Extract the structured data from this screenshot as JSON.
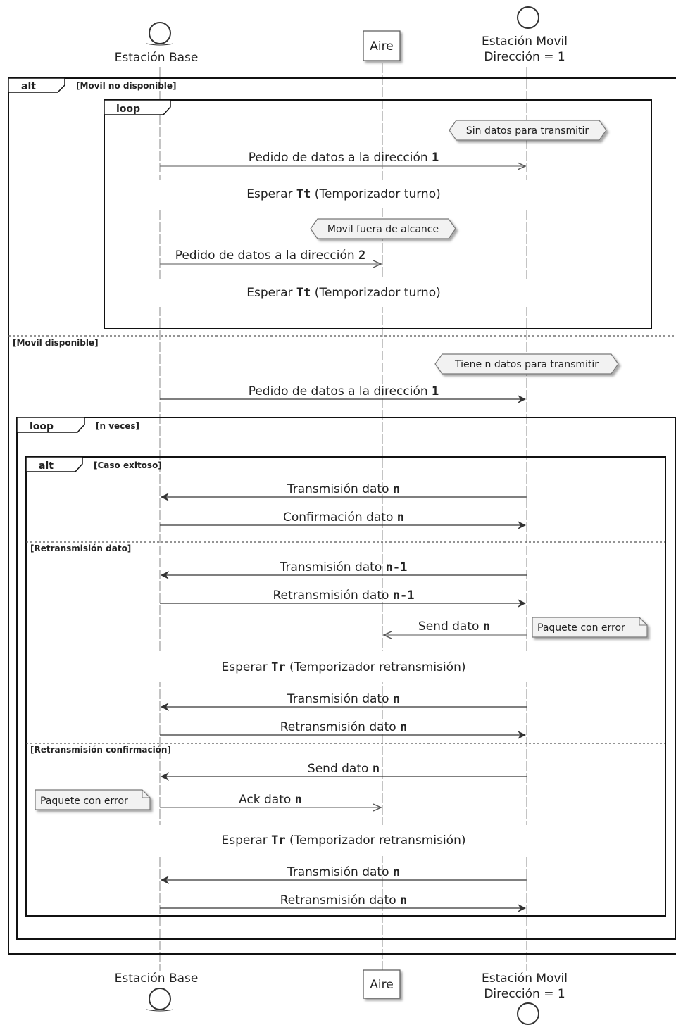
{
  "participants": {
    "base": {
      "name": "Estación Base"
    },
    "aire": {
      "name": "Aire"
    },
    "movil": {
      "line1": "Estación Movil",
      "line2": "Dirección = 1"
    }
  },
  "frames": {
    "alt_outer": {
      "tag": "alt",
      "guard": "[Movil no disponible]",
      "else_guard": "[Movil disponible]"
    },
    "loop1": {
      "tag": "loop"
    },
    "loop2": {
      "tag": "loop",
      "guard": "[n veces]"
    },
    "alt_inner": {
      "tag": "alt",
      "guard": "[Caso exitoso]",
      "else1": "[Retransmisión dato]",
      "else2": "[Retransmisión confirmación]"
    }
  },
  "notes": {
    "sin_datos": "Sin datos para transmitir",
    "fuera_alcance": "Movil fuera de alcance",
    "tiene_datos": "Tiene n datos para transmitir",
    "paquete_error_1": "Paquete con error",
    "paquete_error_2": "Paquete con error"
  },
  "messages": {
    "m1": {
      "text": "Pedido de datos a la dirección ",
      "code": "1"
    },
    "w1": {
      "pre": "Esperar ",
      "code": "Tt",
      "post": " (Temporizador turno)"
    },
    "m2": {
      "text": "Pedido de datos a la dirección ",
      "code": "2"
    },
    "w2": {
      "pre": "Esperar ",
      "code": "Tt",
      "post": " (Temporizador turno)"
    },
    "m3": {
      "text": "Pedido de datos a la dirección ",
      "code": "1"
    },
    "m4": {
      "text": "Transmisión dato ",
      "code": "n"
    },
    "m5": {
      "text": "Confirmación dato ",
      "code": "n"
    },
    "m6": {
      "text": "Transmisión dato ",
      "code": "n-1"
    },
    "m7": {
      "text": "Retransmisión dato ",
      "code": "n-1"
    },
    "m8": {
      "text": "Send dato ",
      "code": "n"
    },
    "w3": {
      "pre": "Esperar ",
      "code": "Tr",
      "post": " (Temporizador retransmisión)"
    },
    "m9": {
      "text": "Transmisión dato ",
      "code": "n"
    },
    "m10": {
      "text": "Retransmisión dato ",
      "code": "n"
    },
    "m11": {
      "text": "Send dato ",
      "code": "n"
    },
    "m12": {
      "text": "Ack dato ",
      "code": "n"
    },
    "w4": {
      "pre": "Esperar ",
      "code": "Tr",
      "post": " (Temporizador retransmisión)"
    },
    "m13": {
      "text": "Transmisión dato ",
      "code": "n"
    },
    "m14": {
      "text": "Retransmisión dato ",
      "code": "n"
    }
  }
}
